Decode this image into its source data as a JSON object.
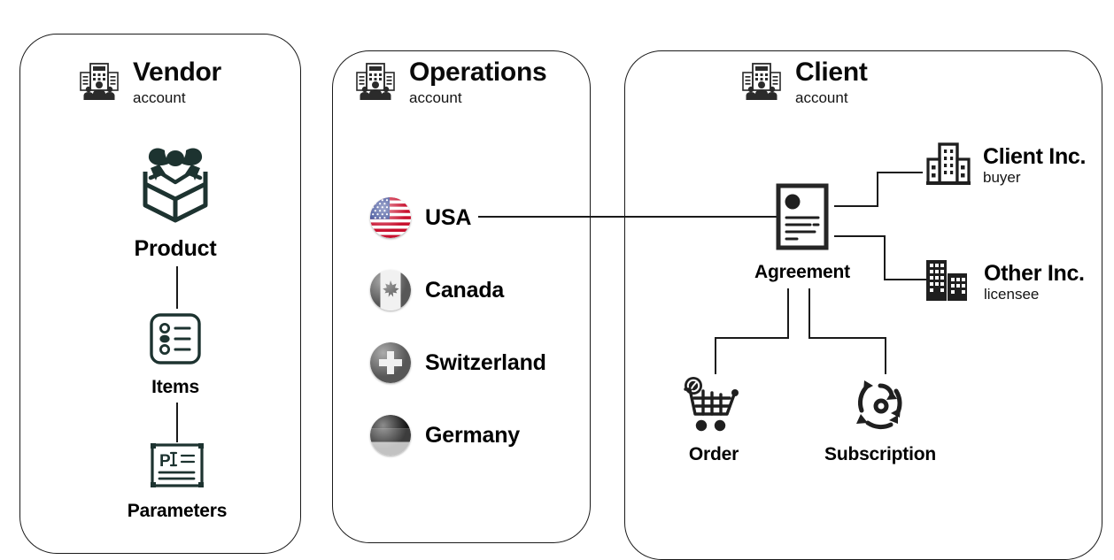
{
  "diagram": {
    "panels": [
      {
        "id": "vendor",
        "title": "Vendor",
        "subtitle": "account",
        "icon": "company-account-icon",
        "nodes": [
          {
            "label": "Product",
            "icon": "gift-box-icon"
          },
          {
            "label": "Items",
            "icon": "checklist-icon"
          },
          {
            "label": "Parameters",
            "icon": "parameter-form-icon"
          }
        ]
      },
      {
        "id": "operations",
        "title": "Operations",
        "subtitle": "account",
        "icon": "company-account-icon",
        "countries": [
          {
            "name": "USA",
            "icon": "flag-usa-icon",
            "active": true
          },
          {
            "name": "Canada",
            "icon": "flag-canada-icon",
            "active": false
          },
          {
            "name": "Switzerland",
            "icon": "flag-switzerland-icon",
            "active": false
          },
          {
            "name": "Germany",
            "icon": "flag-germany-icon",
            "active": false
          }
        ]
      },
      {
        "id": "client",
        "title": "Client",
        "subtitle": "account",
        "icon": "company-account-icon",
        "nodes": [
          {
            "label": "Agreement",
            "icon": "document-icon"
          },
          {
            "label": "Order",
            "icon": "shopping-cart-icon"
          },
          {
            "label": "Subscription",
            "icon": "recurring-cycle-icon"
          }
        ],
        "companies": [
          {
            "name": "Client Inc.",
            "role": "buyer",
            "icon": "office-building-icon"
          },
          {
            "name": "Other Inc.",
            "role": "licensee",
            "icon": "office-buildings-icon"
          }
        ]
      }
    ],
    "colors": {
      "outline": "#1a1a1a",
      "text": "#000000",
      "vendor_icon": "#1d3330",
      "client_icon": "#1f1f1f",
      "flag_muted": "#8a8a8a"
    }
  }
}
